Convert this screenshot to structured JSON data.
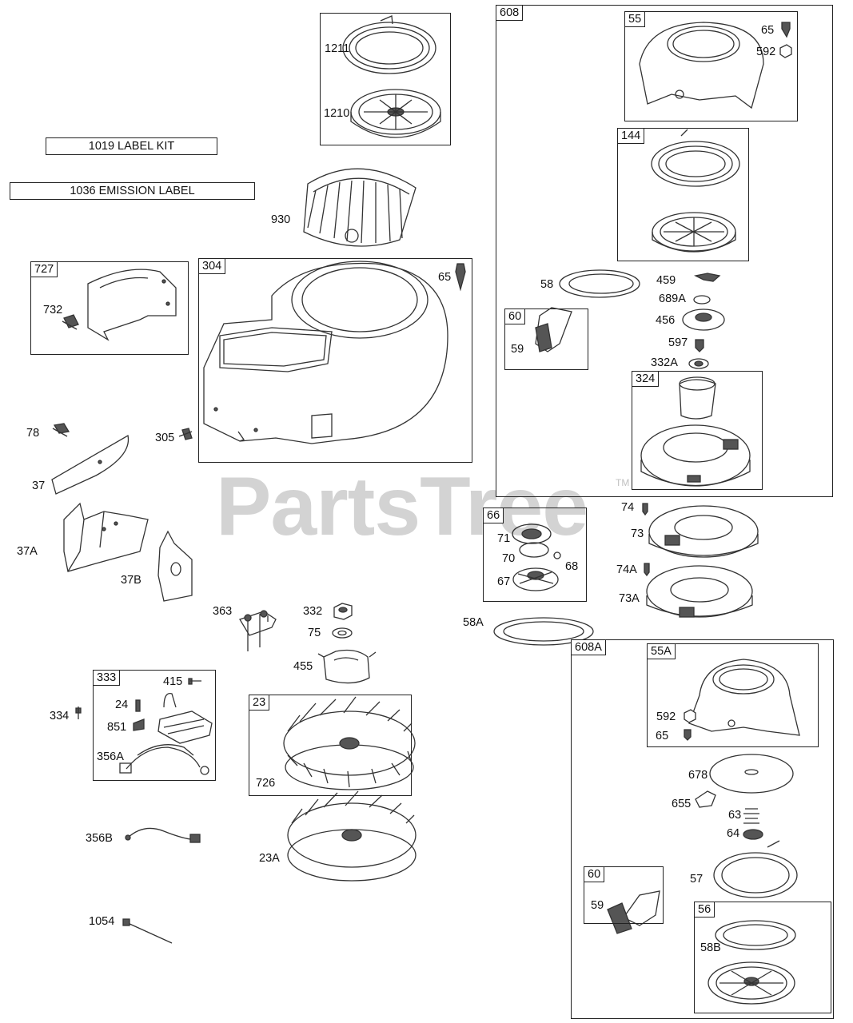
{
  "watermark": {
    "text": "PartsTree",
    "tm": "TM"
  },
  "wide_labels": {
    "label_kit": "1019 LABEL KIT",
    "emission_label": "1036 EMISSION LABEL"
  },
  "boxes": {
    "b1211": "",
    "b727": "727",
    "b304": "304",
    "b608": "608",
    "b55": "55",
    "b144": "144",
    "b60a": "60",
    "b324": "324",
    "b66": "66",
    "b333": "333",
    "b23": "23",
    "b608A": "608A",
    "b55A": "55A",
    "b60b": "60",
    "b56": "56"
  },
  "parts": {
    "p1211": "1211",
    "p1210": "1210",
    "p930": "930",
    "p732": "732",
    "p65a": "65",
    "p78": "78",
    "p305": "305",
    "p37": "37",
    "p37A": "37A",
    "p37B": "37B",
    "p363": "363",
    "p332": "332",
    "p75": "75",
    "p455": "455",
    "p415": "415",
    "p24": "24",
    "p851": "851",
    "p356A": "356A",
    "p334": "334",
    "p726": "726",
    "p356B": "356B",
    "p23A": "23A",
    "p1054": "1054",
    "p65b": "65",
    "p592a": "592",
    "p58": "58",
    "p459": "459",
    "p689A": "689A",
    "p456": "456",
    "p597": "597",
    "p332A": "332A",
    "p59a": "59",
    "p71": "71",
    "p70": "70",
    "p68": "68",
    "p67": "67",
    "p58A": "58A",
    "p74": "74",
    "p73": "73",
    "p74A": "74A",
    "p73A": "73A",
    "p592b": "592",
    "p65c": "65",
    "p678": "678",
    "p655": "655",
    "p63": "63",
    "p64": "64",
    "p57": "57",
    "p59b": "59",
    "p58B": "58B"
  }
}
